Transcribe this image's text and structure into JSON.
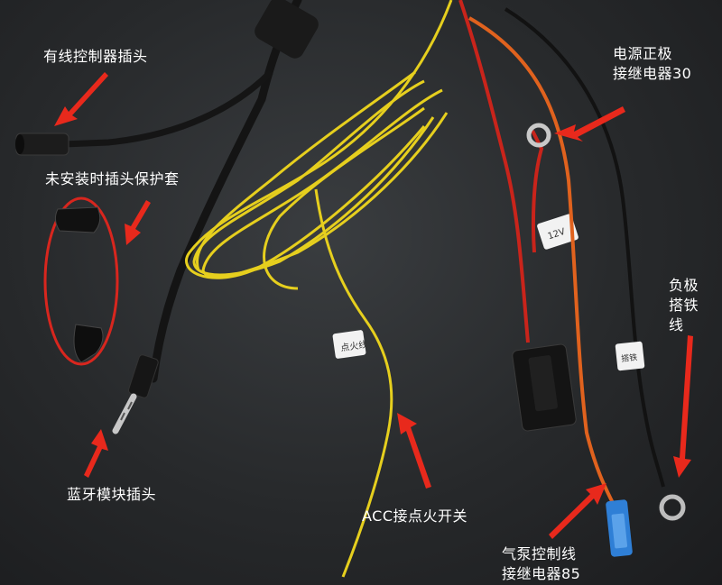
{
  "labels": {
    "controller_plug": "有线控制器插头",
    "plug_cover": "未安装时插头保护套",
    "bluetooth_plug": "蓝牙模块插头",
    "power_positive": [
      "电源正极",
      "接继电器30"
    ],
    "ground_negative": [
      "负极",
      "搭铁",
      "线"
    ],
    "acc_switch": "ACC接点火开关",
    "pump_control": [
      "气泵控制线",
      "接继电器85"
    ]
  },
  "wire_tags": {
    "yellow_tag": "点火线",
    "red_tag": "12V",
    "black_tag": "搭铁"
  },
  "colors": {
    "background": "#2a2c2e",
    "arrow": "#e8291c",
    "yellow_wire": "#e6cf1e",
    "red_wire": "#c9241b",
    "orange_wire": "#e0621e",
    "black_wire": "#141414",
    "circle": "#d8261e",
    "spade_terminal": "#2f7fd6"
  }
}
